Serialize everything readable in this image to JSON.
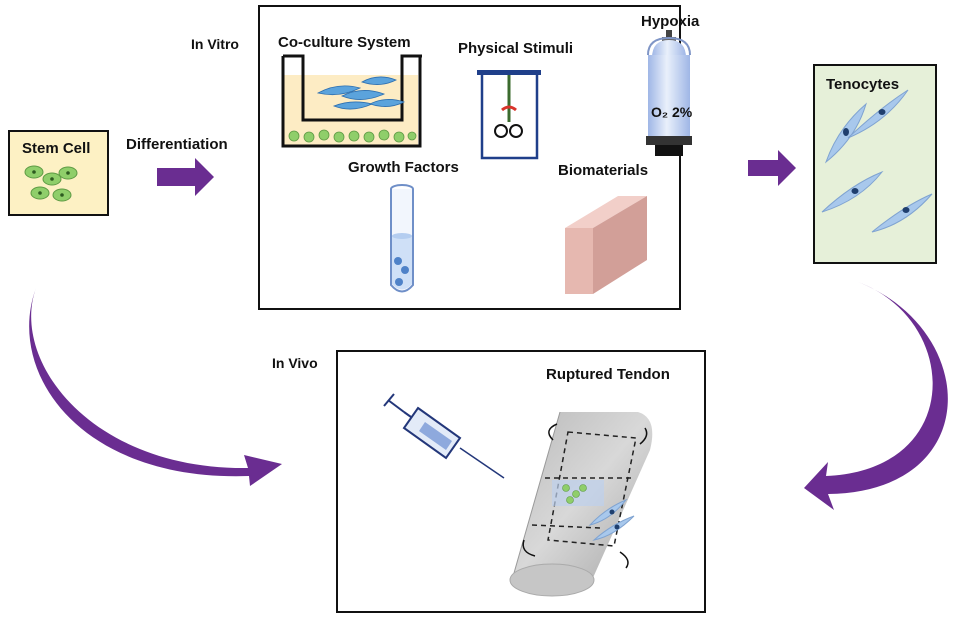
{
  "labels": {
    "stem_cell": "Stem Cell",
    "differentiation": "Differentiation",
    "in_vitro": "In Vitro",
    "coculture": "Co-culture System",
    "physical": "Physical Stimuli",
    "hypoxia": "Hypoxia",
    "o2": "O₂ 2%",
    "growth_factors": "Growth Factors",
    "biomaterials": "Biomaterials",
    "tenocytes": "Tenocytes",
    "in_vivo": "In Vivo",
    "ruptured_tendon": "Ruptured Tendon"
  },
  "colors": {
    "arrow": "#6a2d91",
    "panel_yellow": "#fdf1c4",
    "panel_green": "#e6f0d9",
    "cell_green": "#8fce6a",
    "cell_blue": "#a8c8ec",
    "nucleus": "#1f3f6e",
    "tendon": "#c9c9c9",
    "biomaterial": "#e6b8b0"
  }
}
